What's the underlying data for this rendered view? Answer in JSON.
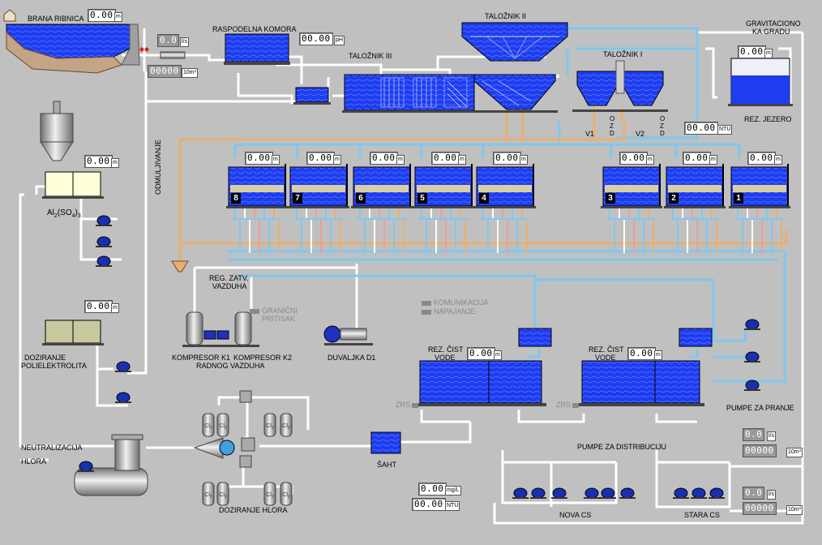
{
  "colors": {
    "water": "#1e3cf0",
    "pipe_blue": "#7ec8f0",
    "pipe_orange": "#e8b070",
    "sand": "#e0d8b0",
    "background": "#c0c0c0",
    "display_bg": "#ffffff"
  },
  "labels": {
    "brana": "BRANA RIBNICA",
    "raspodelna": "RASPODELNA KOMORA",
    "talognik2": "TALOŽNIK II",
    "talognik3": "TALOŽNIK III",
    "talognik1": "TALOŽNIK I",
    "gravitaciono1": "GRAVITACIONO",
    "gravitaciono2": "KA GRADU",
    "rez_jezero": "REZ. JEZERO",
    "al_a": "Al",
    "al_sub2": "2",
    "al_b": "(SO",
    "al_sub4": "4",
    "al_c": ")",
    "al_sub3": "3",
    "odmuljivanje": "ODMULJIVANJE",
    "reg_zatv1": "REG. ZATV.",
    "reg_zatv2": "VAZDUHA",
    "granicni1": "GRANIČNI",
    "granicni2": "PRITISAK",
    "komunikacija": "KOMUNIKACIJA",
    "napajanje": "NAPAJANJE",
    "kompresor1": "KOMPRESOR K1",
    "kompresor2": "KOMPRESOR K2",
    "kompresor3": "RADNOG VAZDUHA",
    "duvaljka": "DUVALJKA D1",
    "doziranje_poli1": "DOZIRANJE",
    "doziranje_poli2": "POLIELEKTROLITA",
    "rez_cist1a": "REZ. ČIST",
    "rez_cist1b": "VODE",
    "rez_cist2a": "REZ. ČIST",
    "rez_cist2b": "VODE",
    "pumpe_pranje": "PUMPE ZA PRANJE",
    "neutralizacija": "NEUTRALIZACIJA",
    "hlora": "HLORA",
    "saht": "ŠAHT",
    "doziranje_hlora": "DOZIRANJE HLORA",
    "pumpe_distribuciju": "PUMPE ZA DISTRIBUCIJU",
    "nova_cs": "NOVA CS",
    "stara_cs": "STARA CS",
    "v1": "V1",
    "v2": "V2",
    "zrs1": "ZRS",
    "zrs2": "ZRS",
    "o": "O",
    "z": "Z",
    "d": "D",
    "cl": "Cl",
    "cl_sub": "2"
  },
  "displays": {
    "brana_level": {
      "value": "0.00",
      "unit": "m"
    },
    "flow_in": {
      "value": "0.0",
      "unit": "l/s"
    },
    "vol_in": {
      "value": "00000",
      "unit": "10m³"
    },
    "ph": {
      "value": "00.00",
      "unit": "pH"
    },
    "jezero_level": {
      "value": "0.00",
      "unit": "m"
    },
    "ntu_out": {
      "value": "00.00",
      "unit": "NTU"
    },
    "al_level": {
      "value": "0.00",
      "unit": "m"
    },
    "poli_level": {
      "value": "0.00",
      "unit": "m"
    },
    "rez1_level": {
      "value": "0.00",
      "unit": "m"
    },
    "rez2_level": {
      "value": "0.00",
      "unit": "m"
    },
    "chlor_mg": {
      "value": "0.00",
      "unit": "mg/L"
    },
    "chlor_ntu": {
      "value": "00.00",
      "unit": "NTU"
    },
    "flow_d1": {
      "value": "0.0",
      "unit": "l/s"
    },
    "vol_d1": {
      "value": "00000",
      "unit": "10m³"
    },
    "flow_d2": {
      "value": "0.0",
      "unit": "l/s"
    },
    "vol_d2": {
      "value": "00000",
      "unit": "10m³"
    }
  },
  "filters": [
    {
      "number": "8",
      "level": "0.00",
      "unit": "m"
    },
    {
      "number": "7",
      "level": "0.00",
      "unit": "m"
    },
    {
      "number": "6",
      "level": "0.00",
      "unit": "m"
    },
    {
      "number": "5",
      "level": "0.00",
      "unit": "m"
    },
    {
      "number": "4",
      "level": "0.00",
      "unit": "m"
    },
    {
      "number": "3",
      "level": "0.00",
      "unit": "m"
    },
    {
      "number": "2",
      "level": "0.00",
      "unit": "m"
    },
    {
      "number": "1",
      "level": "0.00",
      "unit": "m"
    }
  ]
}
